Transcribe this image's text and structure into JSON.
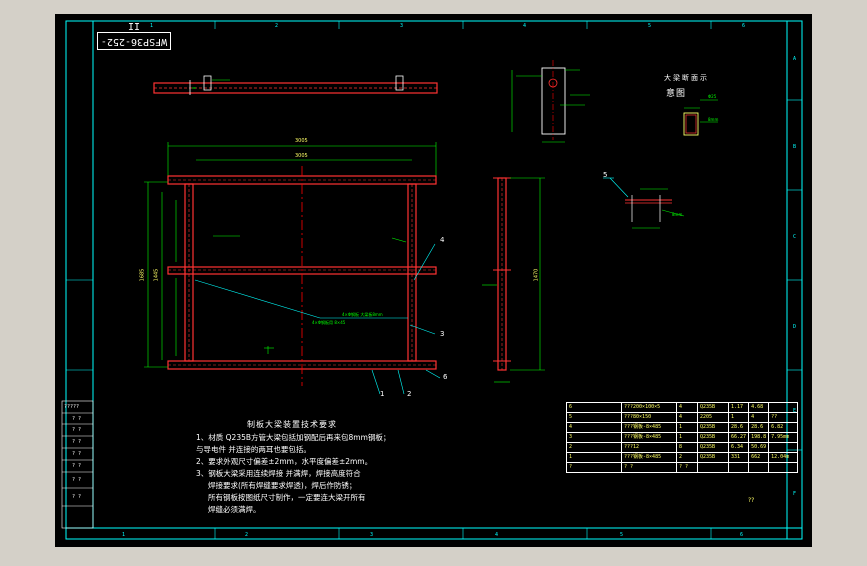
{
  "drawing": {
    "drawing_number": "WFSP36-252-II",
    "view_title_cn": "大梁断面示",
    "view_title_cn2": "意图",
    "callouts": [
      "1",
      "2",
      "3",
      "4",
      "5",
      "6"
    ],
    "notes_title": "制板大梁装置技术要求",
    "notes": [
      "1、材质 Q235B方管大梁包括加钢配后再来包8mm钢板；",
      "与导电件 并连接的两耳也要包括。",
      "2、要求外观尺寸偏差±2mm，水平度偏差±2mm。",
      "3、钢板大梁采用连续焊接 并满焊，焊接高度符合",
      "焊接要求(所有焊缝要求焊透)，焊后作防锈；",
      "所有钢板按图纸尺寸制作，一定要连大梁开所有",
      "焊缝必须满焊。"
    ],
    "dim_labels": {
      "top_view": "3005",
      "main_width": "3005",
      "main_height_outer": "1685",
      "main_height_inner": "1445",
      "side_height": "1470",
      "angle_note": "4×Φ钢板 大梁板8mm",
      "weld_note": "4×Φ钢板用 8×45",
      "detail_a": "Φ25",
      "detail_b": "8mm",
      "flange": "8mm"
    },
    "margin_codes": {
      "top": [
        "1",
        "2",
        "3",
        "4",
        "5",
        "6"
      ],
      "bottom": [
        "1",
        "2",
        "3",
        "4",
        "5",
        "6"
      ],
      "right": [
        "A",
        "B",
        "C",
        "D",
        "E",
        "F"
      ],
      "left_rows": [
        "?????",
        "? ?",
        "? ?",
        "? ?",
        "? ?",
        "? ?",
        "? ?",
        "? ?"
      ]
    },
    "bom": {
      "rows": [
        [
          "6",
          "???200×100×5",
          "4",
          "Q235B",
          "1.17",
          "4.68",
          ""
        ],
        [
          "5",
          "???80×150",
          "4",
          "2205",
          "1",
          "4",
          "??"
        ],
        [
          "4",
          "???钢板-8×485",
          "1",
          "Q235B",
          "28.6",
          "28.6",
          "6.82"
        ],
        [
          "3",
          "???钢板-8×485",
          "1",
          "Q235B",
          "66.27",
          "198.8",
          "7.95mm"
        ],
        [
          "2",
          "???12",
          "8",
          "Q235B",
          "6.34",
          "50.69",
          ""
        ],
        [
          "1",
          "???钢板-8×485",
          "2",
          "Q235B",
          "331",
          "662",
          "12.04m"
        ],
        [
          "?",
          "? ?",
          "? ?",
          "",
          "",
          "",
          ""
        ]
      ],
      "footer": "??"
    },
    "colors": {
      "background": "#000000",
      "frame": "#00ffff",
      "part": "#ff3333",
      "centerline": "#ff0000",
      "dimension": "#00ff00",
      "text": "#ffffff",
      "table_text": "#ffff66"
    }
  }
}
